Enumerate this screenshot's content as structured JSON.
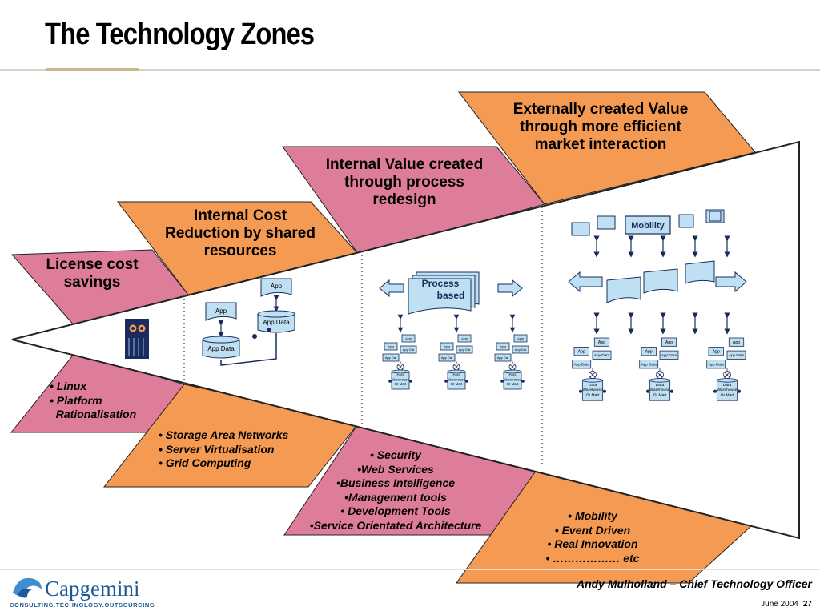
{
  "title": "The Technology Zones",
  "zones": [
    {
      "heading": "License cost savings",
      "heading_lines": [
        "License cost",
        "savings"
      ],
      "bullets": [
        "• Linux",
        "• Platform",
        "  Rationalisation"
      ]
    },
    {
      "heading": "Internal Cost Reduction by shared resources",
      "heading_lines": [
        "Internal Cost",
        "Reduction by shared",
        "resources"
      ],
      "bullets": [
        "• Storage Area Networks",
        "• Server Virtualisation",
        "• Grid Computing"
      ]
    },
    {
      "heading": "Internal Value created through process redesign",
      "heading_lines": [
        "Internal Value created",
        "through process",
        "redesign"
      ],
      "bullets": [
        "• Security",
        "•Web Services",
        "•Business Intelligence",
        "•Management tools",
        "• Development Tools",
        "•Service Orientated Architecture"
      ]
    },
    {
      "heading": "Externally created Value through more efficient market interaction",
      "heading_lines": [
        "Externally created Value",
        "through more efficient",
        "market interaction"
      ],
      "bullets": [
        "• Mobility",
        "• Event Driven",
        "• Real Innovation",
        "•  ……………… etc"
      ]
    }
  ],
  "diagram_labels": {
    "app": "App",
    "app_data": "App Data",
    "app_data_short": "App Dat",
    "process_based": [
      "Process",
      "based"
    ],
    "data_warehouse": [
      "Data",
      "Warehouse",
      "Or Mart"
    ],
    "mobility": "Mobility"
  },
  "footer": {
    "author": "Andy Mulholland – Chief Technology Officer",
    "date": "June 2004",
    "page": "27",
    "logo_name": "Capgemini",
    "logo_tagline": "CONSULTING.TECHNOLOGY.OUTSOURCING"
  },
  "colors": {
    "pink": "#de7d99",
    "orange": "#f59a52",
    "blue_fill": "#bfe0f2",
    "navy": "#1a2c5e",
    "brand_blue": "#1b5a96"
  }
}
